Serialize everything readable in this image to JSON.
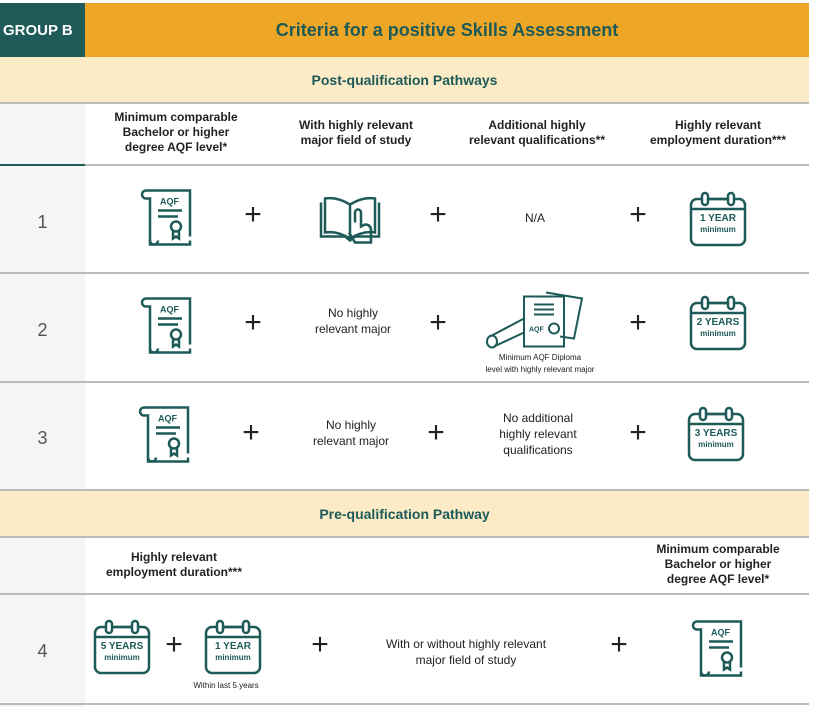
{
  "group_label": "GROUP B",
  "title": "Criteria for a positive Skills Assessment",
  "colors": {
    "teal": "#1d5a58",
    "orange": "#eda626",
    "cream": "#fbebc6"
  },
  "post": {
    "heading": "Post-qualification Pathways",
    "columns": [
      "Minimum comparable\nBachelor or higher\ndegree AQF level*",
      "With highly relevant\nmajor field of study",
      "Additional highly\nrelevant qualifications**",
      "Highly relevant\nemployment duration***"
    ],
    "rows": [
      {
        "num": "1",
        "major": "",
        "additional": "N/A",
        "years": "1 YEAR",
        "min": "minimum"
      },
      {
        "num": "2",
        "major": "No highly\nrelevant major",
        "additional_caption": "Minimum AQF Diploma\nlevel with highly relevant major",
        "years": "2 YEARS",
        "min": "minimum"
      },
      {
        "num": "3",
        "major": "No highly\nrelevant major",
        "additional": "No additional\nhighly relevant\nqualifications",
        "years": "3 YEARS",
        "min": "minimum"
      }
    ]
  },
  "pre": {
    "heading": "Pre-qualification Pathway",
    "columns": [
      "Highly relevant\nemployment duration***",
      "Minimum comparable\nBachelor or higher\ndegree AQF level*"
    ],
    "row": {
      "num": "4",
      "years1": "5 YEARS",
      "years2": "1 YEAR",
      "min": "minimum",
      "caption": "Within last 5 years",
      "major": "With or without highly relevant\nmajor field of study"
    }
  },
  "icon_text": {
    "aqf": "AQF"
  },
  "plus": "+"
}
